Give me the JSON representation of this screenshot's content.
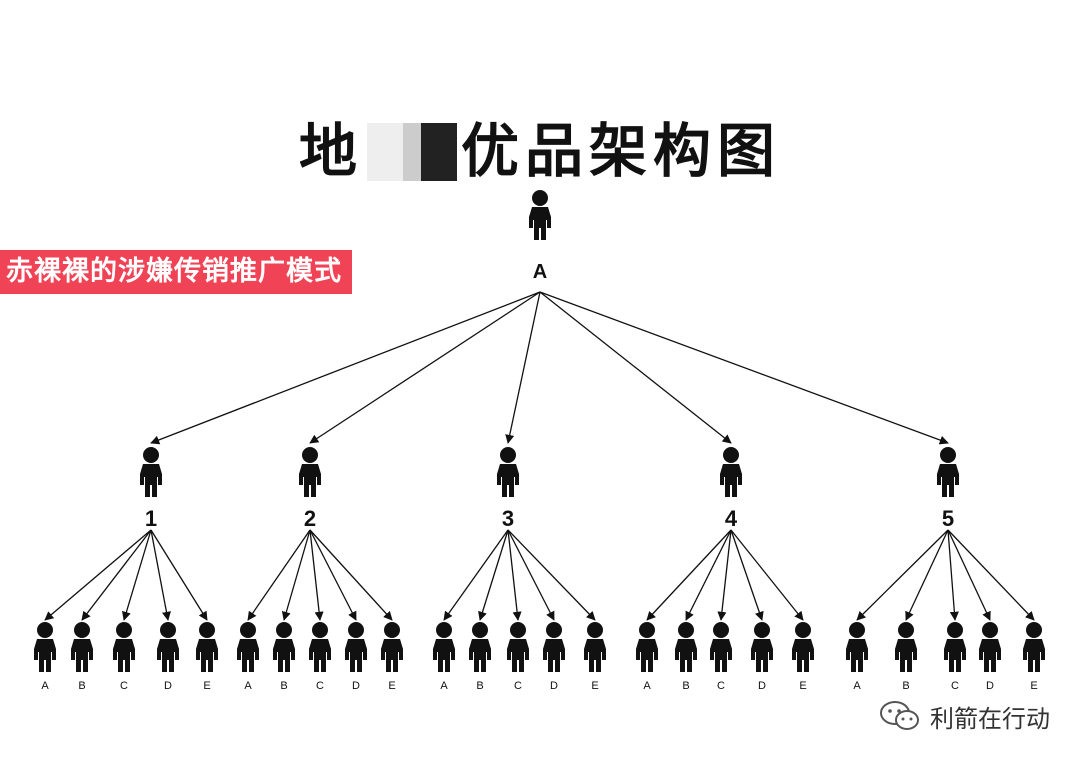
{
  "title": {
    "prefix": "地",
    "suffix": "优品架构图"
  },
  "banner": "赤裸裸的涉嫌传销推广模式",
  "tree": {
    "root": "A",
    "level1": [
      {
        "label": "1",
        "children": [
          "A",
          "B",
          "C",
          "D",
          "E"
        ]
      },
      {
        "label": "2",
        "children": [
          "A",
          "B",
          "C",
          "D",
          "E"
        ]
      },
      {
        "label": "3",
        "children": [
          "A",
          "B",
          "C",
          "D",
          "E"
        ]
      },
      {
        "label": "4",
        "children": [
          "A",
          "B",
          "C",
          "D",
          "E"
        ]
      },
      {
        "label": "5",
        "children": [
          "A",
          "B",
          "C",
          "D",
          "E"
        ]
      }
    ]
  },
  "footer": {
    "brand": "利箭在行动",
    "brand_icon": "wechat-icon"
  },
  "colors": {
    "banner": "#f04355",
    "ink": "#111111"
  }
}
